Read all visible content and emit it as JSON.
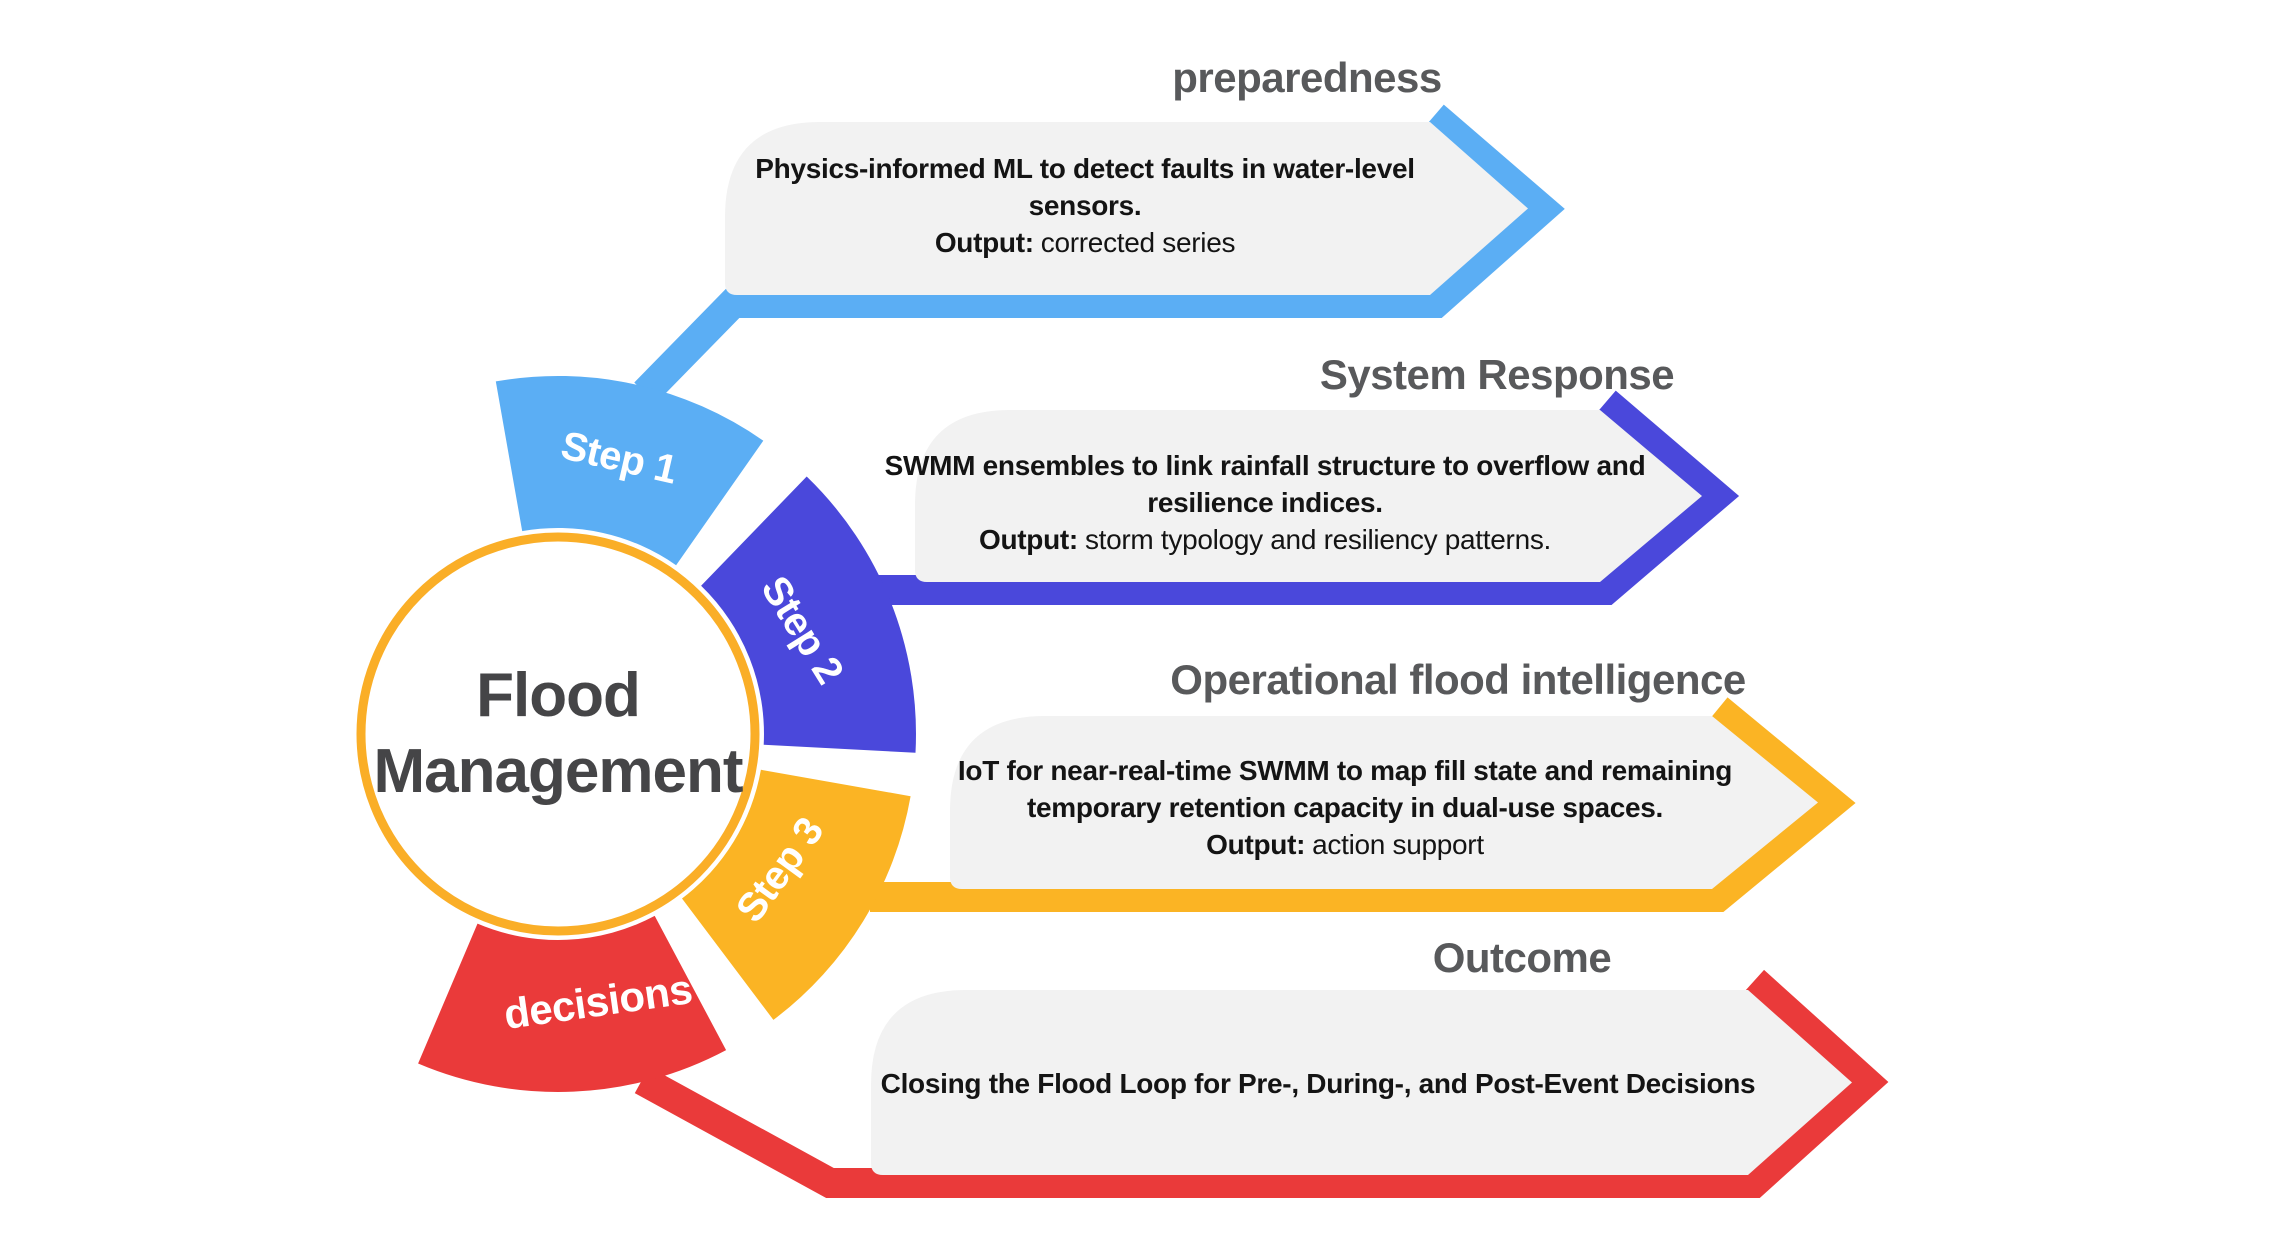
{
  "title": {
    "line1": "Flood",
    "line2": "Management"
  },
  "circle": {
    "ring_color": "#FAAE27",
    "fill": "#ffffff"
  },
  "panel_fill": "#F2F2F2",
  "steps": [
    {
      "wedge_label": "Step 1",
      "heading": "preparedness",
      "main": "Physics-informed ML to detect faults in water-level sensors.",
      "output_label": "Output:",
      "output_text": "corrected series",
      "color": "#5BAEF4"
    },
    {
      "wedge_label": "Step 2",
      "heading": "System Response",
      "main": "SWMM ensembles to link rainfall structure to overflow and resilience indices.",
      "output_label": "Output:",
      "output_text": "storm typology and resiliency patterns.",
      "color": "#4A48DB"
    },
    {
      "wedge_label": "Step 3",
      "heading": "Operational flood intelligence",
      "main": "IoT for near-real-time SWMM to map fill state and remaining temporary retention capacity in dual-use spaces.",
      "output_label": "Output:",
      "output_text": "action support",
      "color": "#FBB424"
    },
    {
      "wedge_label": "decisions",
      "heading": "Outcome",
      "main": "Closing the Flood Loop for Pre-, During-, and Post-Event Decisions",
      "color": "#EA3A3A"
    }
  ]
}
